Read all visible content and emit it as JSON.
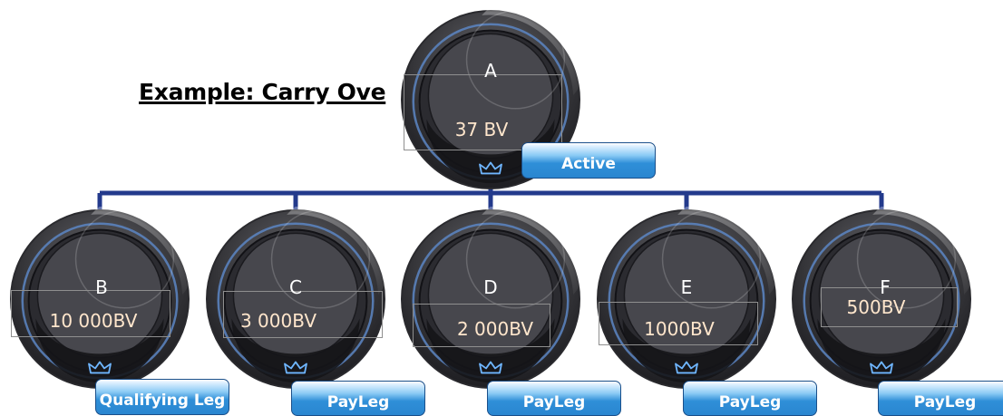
{
  "title": "Example: Carry Ove",
  "colors": {
    "connector": "#233a8c",
    "node_body": "#3a3a3e",
    "node_ring": "#5c86c4",
    "status_fill": "#2f8fd8"
  },
  "root": {
    "letter": "A",
    "value": "37 BV",
    "status": "Active"
  },
  "children": [
    {
      "letter": "B",
      "value": "10 000BV",
      "status": "Qualifying Leg"
    },
    {
      "letter": "C",
      "value": "3 000BV",
      "status": "PayLeg"
    },
    {
      "letter": "D",
      "value": "2 000BV",
      "status": "PayLeg"
    },
    {
      "letter": "E",
      "value": "1000BV",
      "status": "PayLeg"
    },
    {
      "letter": "F",
      "value": "500BV",
      "status": "PayLeg"
    }
  ]
}
